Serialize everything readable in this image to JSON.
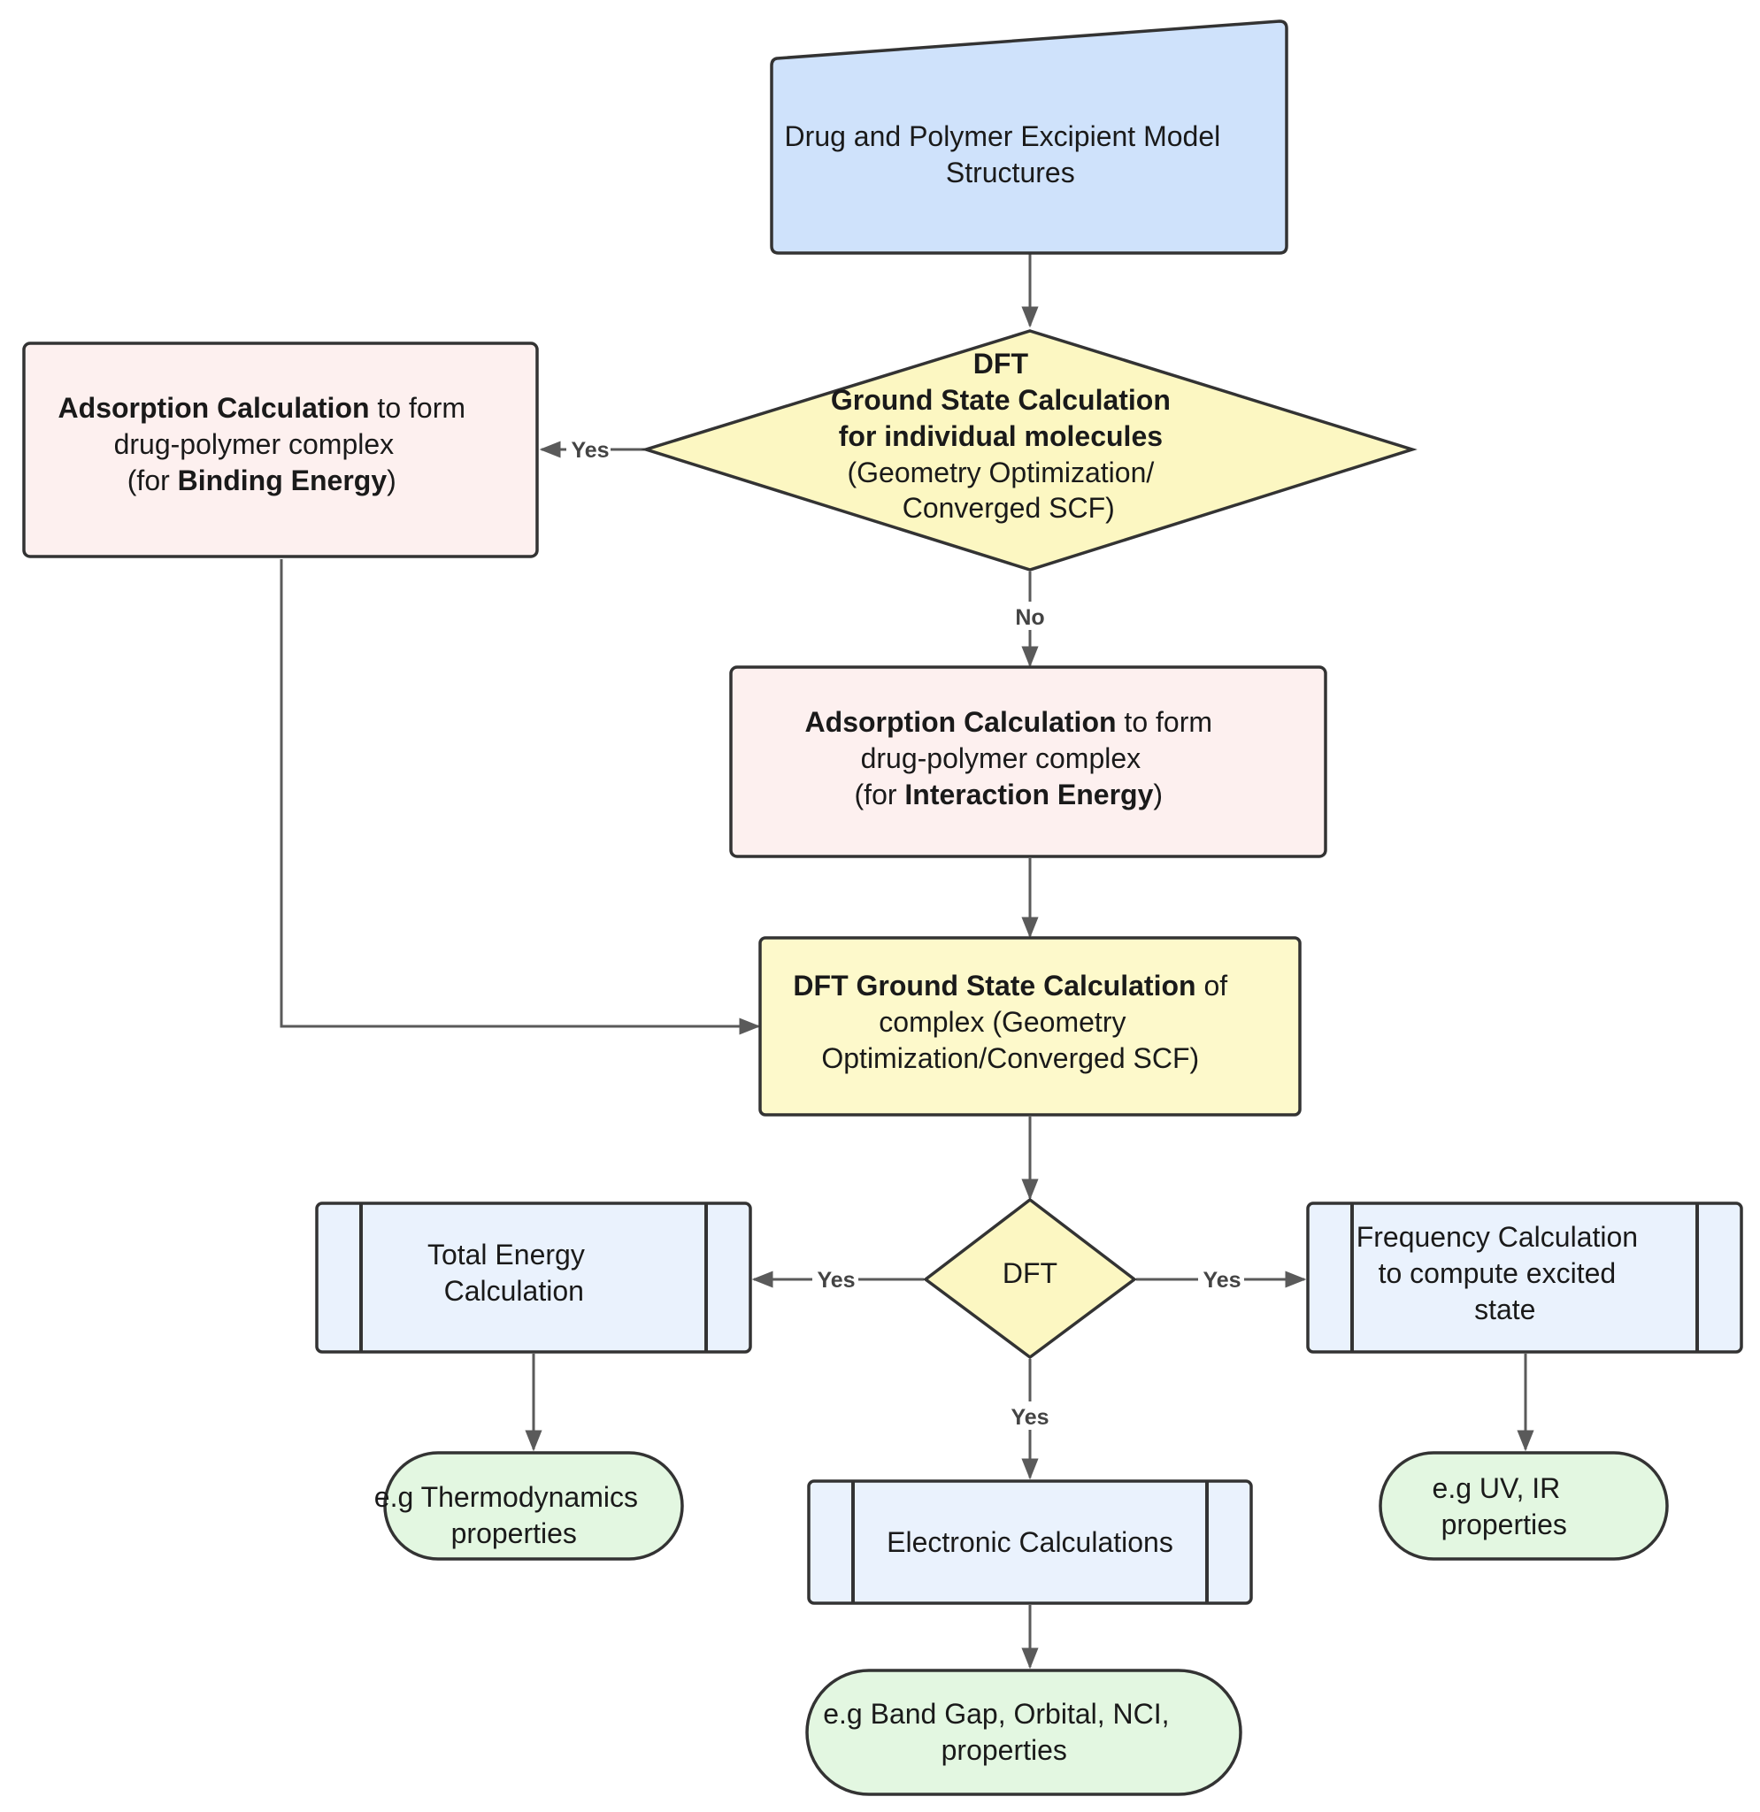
{
  "nodes": {
    "input": {
      "line1": "Drug and Polymer Excipient Model",
      "line2": "Structures"
    },
    "decision_ground_state": {
      "line1": "DFT",
      "line2": "Ground State Calculation",
      "line3": "for individual molecules",
      "line4": "(Geometry Optimization/",
      "line5": "Converged SCF)"
    },
    "adsorption_binding": {
      "line1_bold": "Adsorption Calculation",
      "line1_rest": " to form",
      "line2": "drug-polymer complex",
      "line3_pre": "(for ",
      "line3_bold": "Binding Energy",
      "line3_post": ")"
    },
    "adsorption_interaction": {
      "line1_bold": "Adsorption Calculation",
      "line1_rest": " to form",
      "line2": "drug-polymer complex",
      "line3_pre": "(for ",
      "line3_bold": "Interaction Energy",
      "line3_post": ")"
    },
    "ground_state_complex": {
      "line1_bold": "DFT Ground State Calculation",
      "line1_rest": " of",
      "line2": "complex (Geometry",
      "line3": "Optimization/Converged SCF)"
    },
    "decision_dft": {
      "label": "DFT"
    },
    "total_energy": {
      "line1": "Total Energy",
      "line2": "Calculation"
    },
    "frequency": {
      "line1": "Frequency Calculation",
      "line2": "to compute excited",
      "line3": "state"
    },
    "electronic": {
      "label": "Electronic Calculations"
    },
    "thermo_output": {
      "line1": "e.g Thermodynamics",
      "line2": "properties"
    },
    "uv_output": {
      "line1": "e.g UV, IR",
      "line2": "properties"
    },
    "band_output": {
      "line1": "e.g Band Gap, Orbital, NCI,",
      "line2": "properties"
    }
  },
  "edge_labels": {
    "to_binding": "Yes",
    "to_interaction": "No",
    "to_total_energy": "Yes",
    "to_frequency": "Yes",
    "to_electronic": "Yes"
  },
  "colors": {
    "input_fill": "#cfe2fb",
    "decision_fill": "#fcf7c2",
    "pink_fill": "#fdf0ef",
    "yellow_box_fill": "#fdf9cb",
    "subprocess_fill": "#eaf2fd",
    "terminal_fill": "#e3f7e1",
    "connector": "#5a5a5a"
  }
}
